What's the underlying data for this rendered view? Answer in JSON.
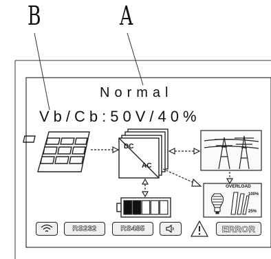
{
  "callouts": {
    "a": "A",
    "b": "B"
  },
  "display": {
    "status_line": "Normal",
    "value_line": "Vb/Cb:50V/40%"
  },
  "inverter": {
    "top_label": "DC",
    "bottom_label": "AC"
  },
  "battery": {
    "filled_segments": 2,
    "total_segments": 5
  },
  "load": {
    "overload_label": "OVERLOAD",
    "level_high": "100%",
    "level_low": "25%"
  },
  "status_bar": {
    "rs232": "RS232",
    "rs485": "RS485",
    "error": "ERROR"
  },
  "icons": [
    "wifi-icon",
    "speaker-icon",
    "warning-icon",
    "solar-panel-icon",
    "transmission-tower-icon",
    "light-bulb-icon"
  ],
  "colors": {
    "line": "#222222",
    "panel_fill": "#f2f2f2"
  }
}
